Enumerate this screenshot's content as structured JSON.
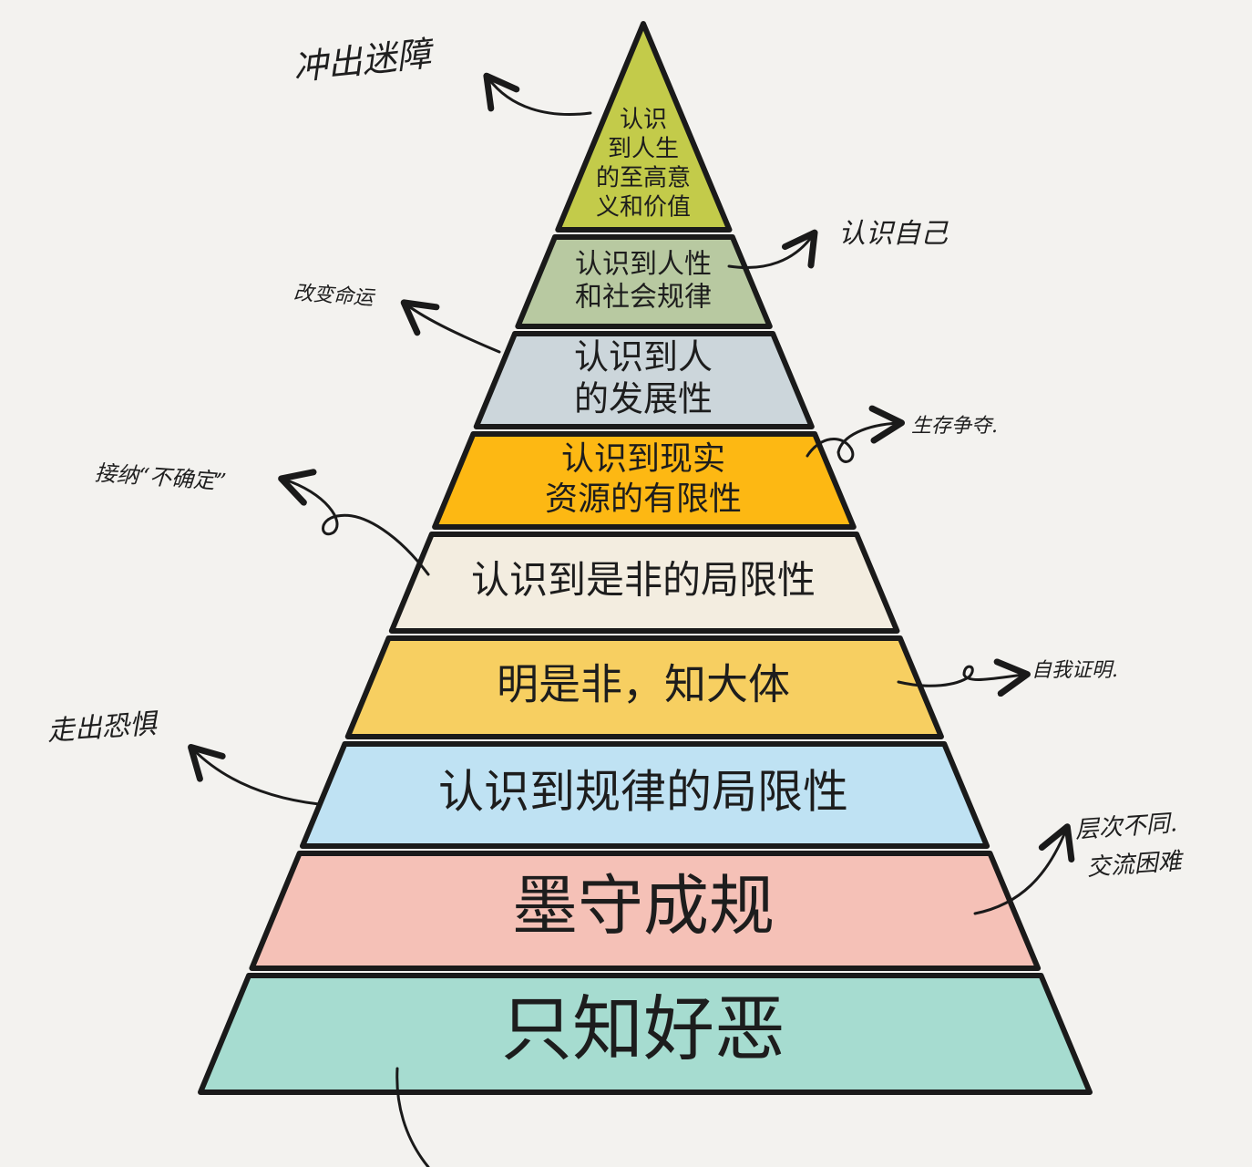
{
  "layers": [
    {
      "lines": [
        "认识",
        "到人生",
        "的至高意",
        "义和价值"
      ],
      "color": "#c3cb4a"
    },
    {
      "lines": [
        "认识到人性",
        "和社会规律"
      ],
      "color": "#b8c9a1"
    },
    {
      "lines": [
        "认识到人",
        "的发展性"
      ],
      "color": "#ccd6db"
    },
    {
      "lines": [
        "认识到现实",
        "资源的有限性"
      ],
      "color": "#fdb813"
    },
    {
      "lines": [
        "认识到是非的局限性"
      ],
      "color": "#f3ede0"
    },
    {
      "lines": [
        "明是非，知大体"
      ],
      "color": "#f7cf61"
    },
    {
      "lines": [
        "认识到规律的局限性"
      ],
      "color": "#bfe2f3"
    },
    {
      "lines": [
        "墨守成规"
      ],
      "color": "#f5c1b7"
    },
    {
      "lines": [
        "只知好恶"
      ],
      "color": "#a6dcd0"
    }
  ],
  "annotations": [
    {
      "lines": [
        "冲出迷障"
      ]
    },
    {
      "lines": [
        "认识自己"
      ]
    },
    {
      "lines": [
        "改变命运"
      ]
    },
    {
      "lines": [
        "生存争夺."
      ]
    },
    {
      "lines": [
        "接纳“不确定”"
      ]
    },
    {
      "lines": [
        "自我证明."
      ]
    },
    {
      "lines": [
        "走出恐惧"
      ]
    },
    {
      "lines": [
        "层次不同.",
        "交流困难"
      ]
    }
  ]
}
